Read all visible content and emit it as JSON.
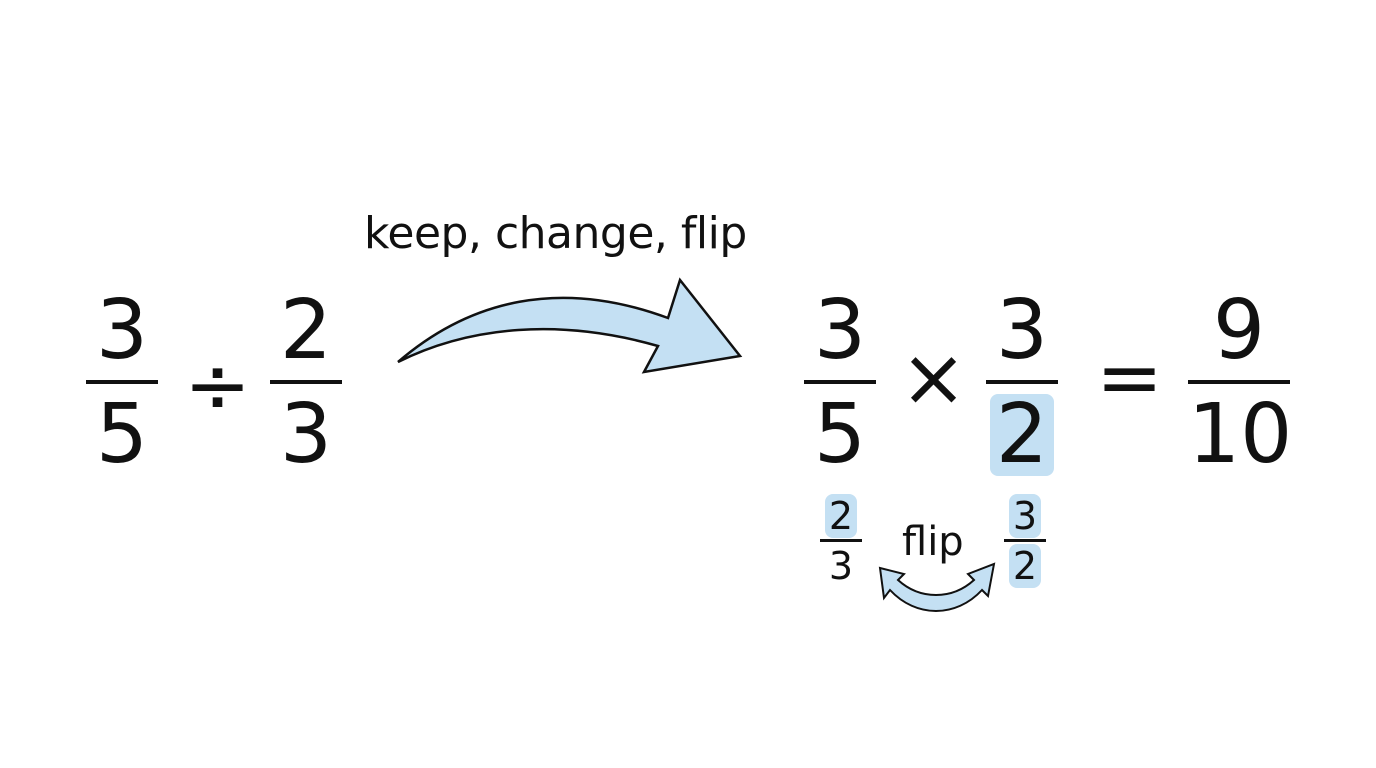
{
  "equation_left": {
    "first": {
      "numerator": "3",
      "denominator": "5"
    },
    "operator": "÷",
    "second": {
      "numerator": "2",
      "denominator": "3"
    }
  },
  "label": {
    "keep": "keep,",
    "change": "change,",
    "flip": "flip"
  },
  "equation_right": {
    "first": {
      "numerator": "3",
      "denominator": "5"
    },
    "operator": "×",
    "second": {
      "numerator": "3",
      "denominator": "2"
    },
    "equals": "=",
    "result": {
      "numerator": "9",
      "denominator": "10"
    }
  },
  "flip_demo": {
    "before": {
      "numerator": "2",
      "denominator": "3"
    },
    "word": "flip",
    "after": {
      "numerator": "3",
      "denominator": "2"
    }
  },
  "colors": {
    "highlight": "#c4e0f3",
    "arrow_fill": "#c4e0f3",
    "ink": "#111111"
  }
}
